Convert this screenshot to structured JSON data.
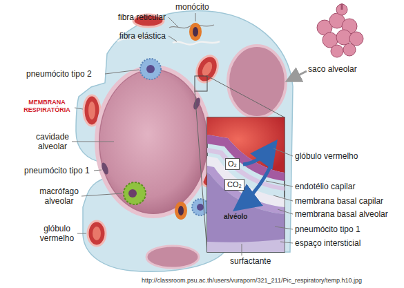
{
  "diagram": {
    "nodes": [
      {
        "text": [
          "O₂"
        ]
      },
      {
        "text": [
          "CO₂"
        ]
      }
    ],
    "labels": [
      "fibra reticular",
      "monócito",
      "fibra elástica",
      "pneumócito tipo 2",
      "MEMBRANA RESPIRATÓRIA",
      "cavidade alveolar",
      "pneumócito tipo 1",
      "macrófago alveolar",
      "glóbulo vermelho",
      "saco alveolar",
      "glóbulo vermelho",
      "endotélio capilar",
      "membrana basal capilar",
      "membrana basal alveolar",
      "pneumócito tipo 1",
      "espaço intersticial",
      "alvéolo",
      "surfactante",
      "http://classroom.psu.ac.th/users/vuraporn/321_211/Pic_respiratory/temp.h10.jpg"
    ]
  }
}
